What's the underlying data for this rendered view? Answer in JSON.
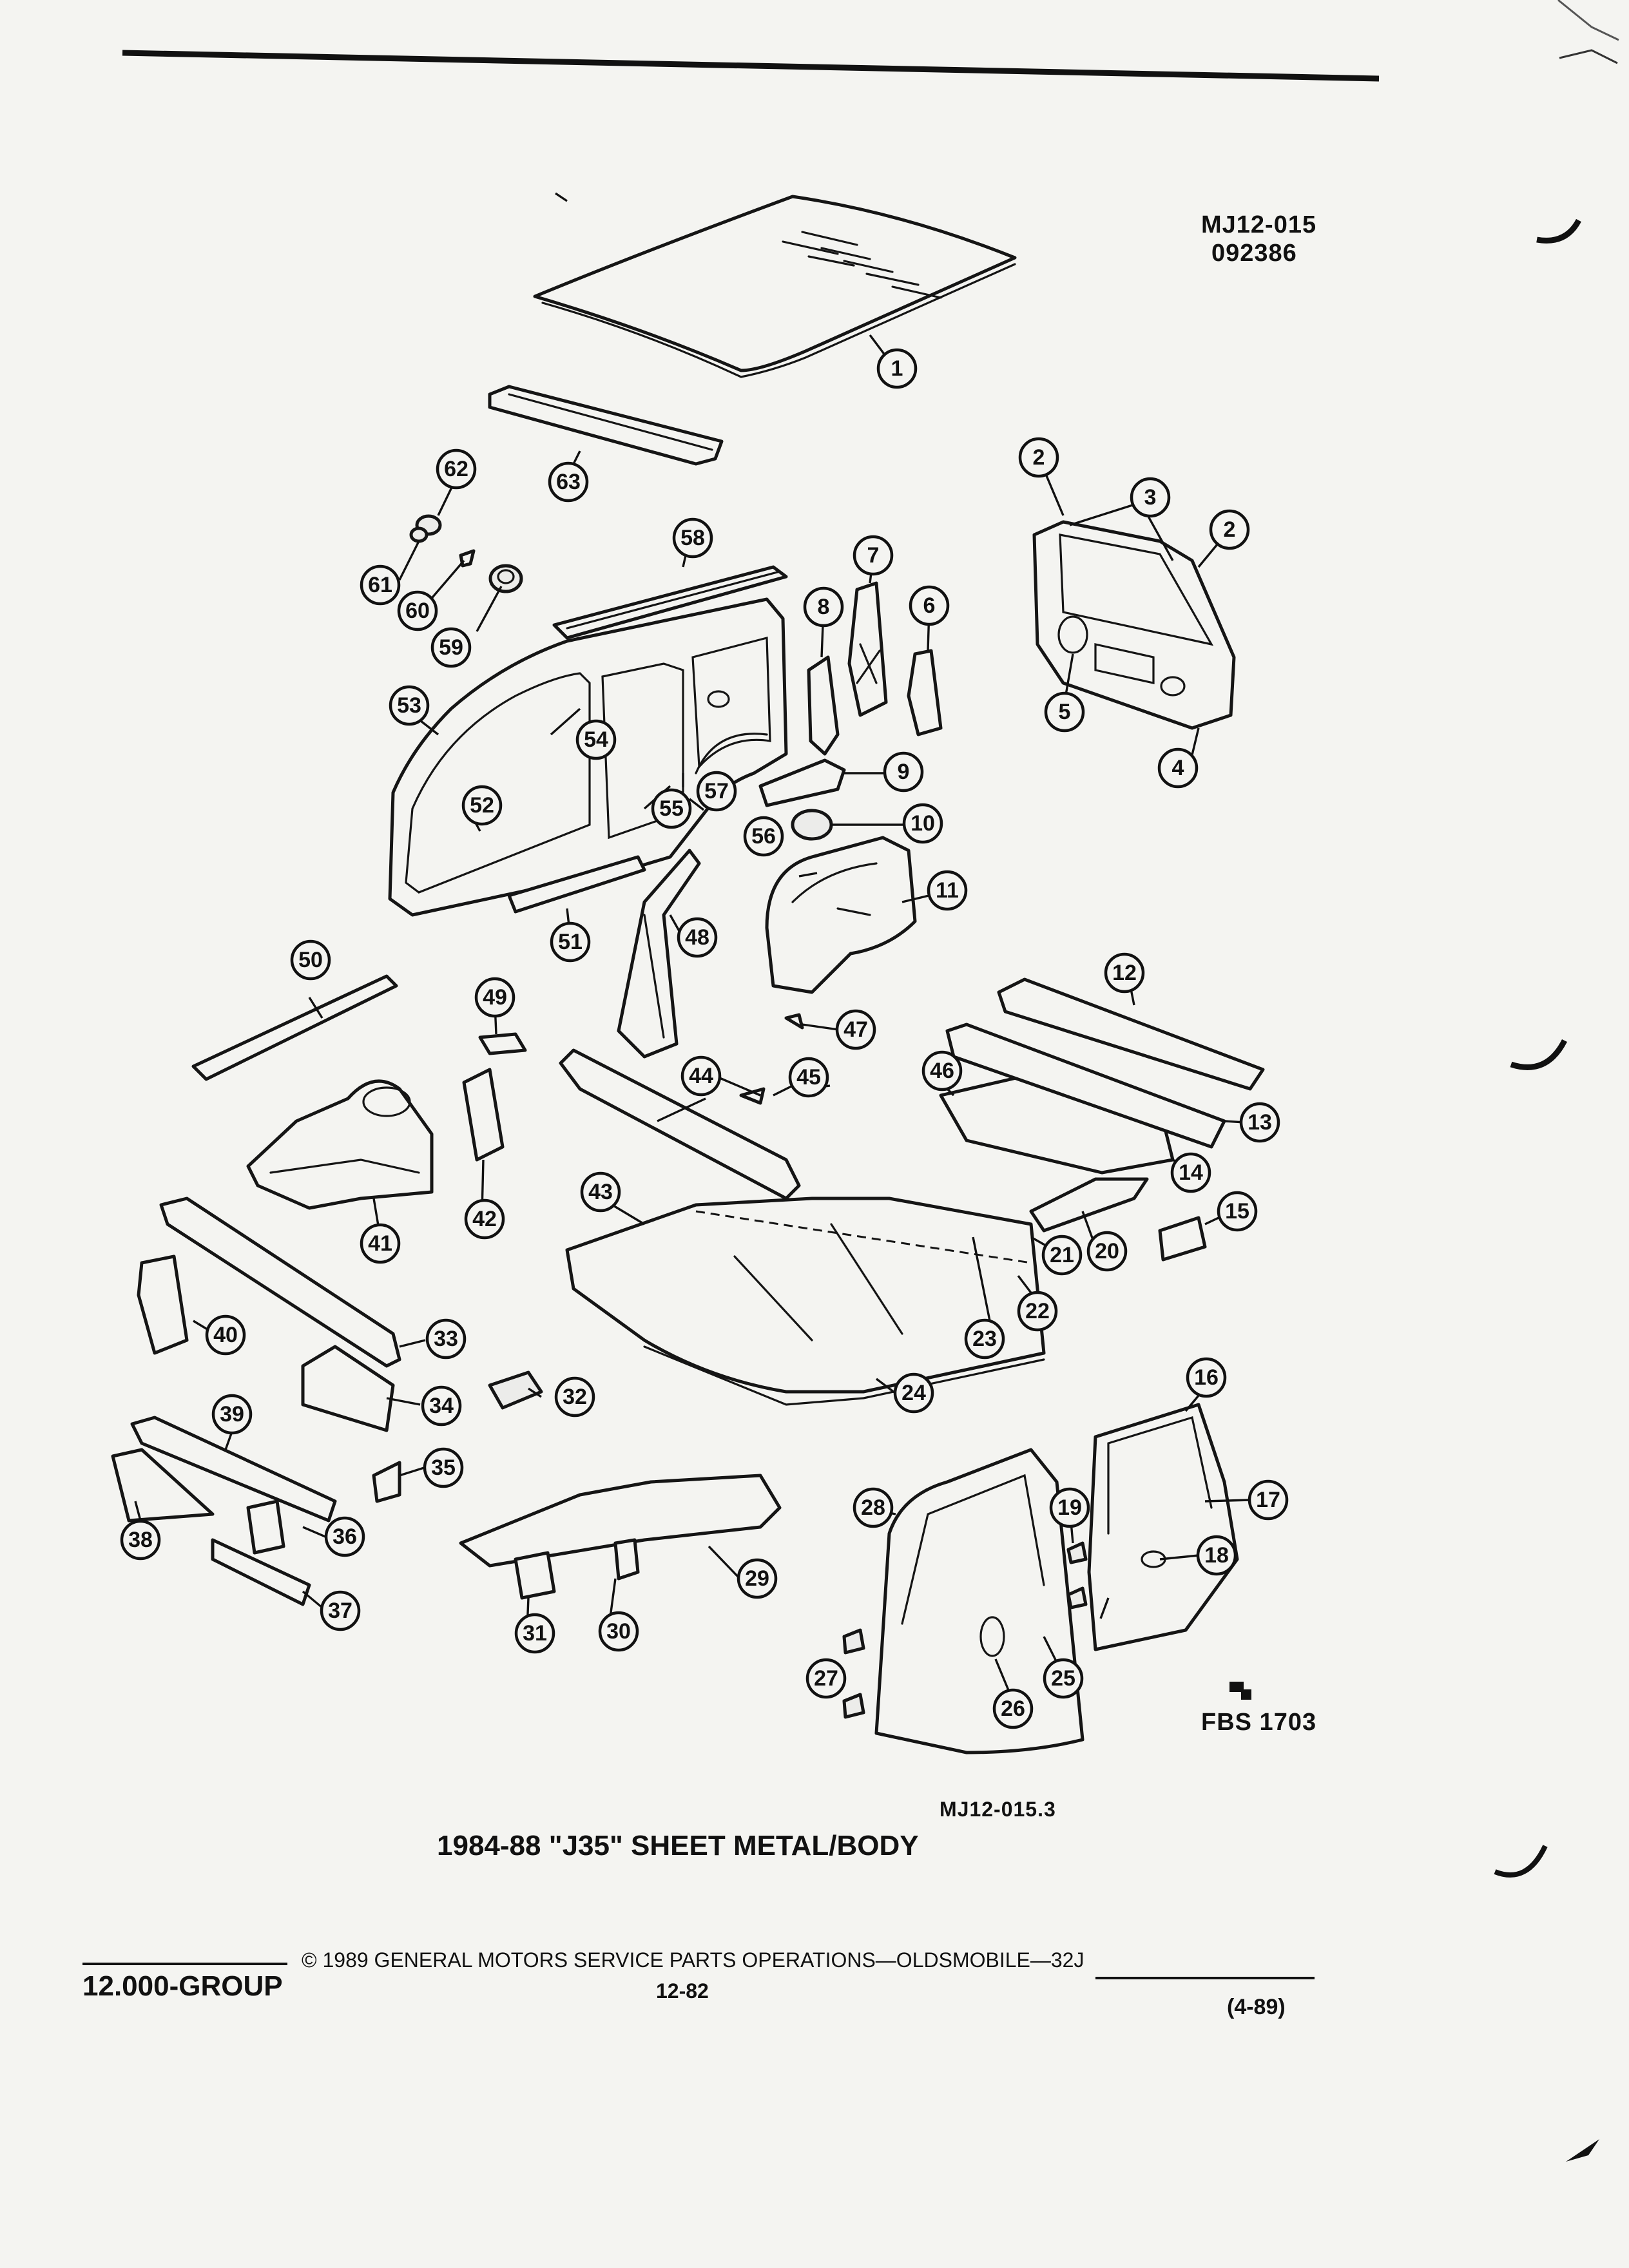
{
  "header": {
    "code_primary": "MJ12-015",
    "code_date": "092386"
  },
  "drawing_refs": {
    "ref_code": "MJ12-015.3",
    "fbs": "FBS 1703"
  },
  "caption": {
    "title": "1984-88 \"J35\" SHEET METAL/BODY"
  },
  "footer": {
    "group": "12.000-GROUP",
    "copyright": "© 1989 GENERAL MOTORS SERVICE PARTS OPERATIONS—OLDSMOBILE—32J",
    "page": "12-82",
    "revision": "(4-89)"
  },
  "callouts": [
    "1",
    "2",
    "2",
    "3",
    "4",
    "5",
    "6",
    "7",
    "8",
    "9",
    "10",
    "11",
    "12",
    "13",
    "14",
    "15",
    "16",
    "17",
    "18",
    "19",
    "20",
    "21",
    "22",
    "23",
    "24",
    "25",
    "26",
    "27",
    "28",
    "29",
    "30",
    "31",
    "32",
    "33",
    "34",
    "35",
    "36",
    "37",
    "38",
    "39",
    "40",
    "41",
    "42",
    "43",
    "44",
    "45",
    "46",
    "47",
    "48",
    "49",
    "50",
    "51",
    "52",
    "53",
    "54",
    "55",
    "56",
    "57",
    "58",
    "59",
    "60",
    "61",
    "62",
    "63"
  ]
}
